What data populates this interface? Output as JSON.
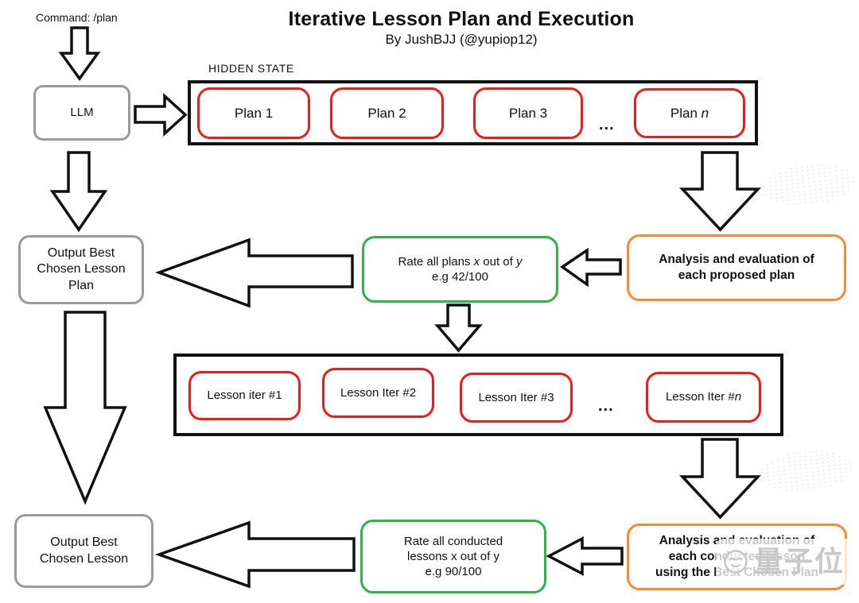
{
  "colors": {
    "red": "#ee1b1b",
    "green": "#2fb34a",
    "orange": "#f78b2e",
    "gray_border": "#9a9a9a",
    "outline_black": "#111111"
  },
  "header": {
    "command": "Command: /plan",
    "title": "Iterative Lesson Plan and Execution",
    "subtitle": "By JushBJJ (@yupiop12)"
  },
  "llm": {
    "label": "LLM"
  },
  "plans": {
    "label": "HIDDEN STATE",
    "items": [
      "Plan 1",
      "Plan 2",
      "Plan 3"
    ],
    "ellipsis": "...",
    "nth": {
      "prefix": "Plan ",
      "var": "n"
    }
  },
  "lessons": {
    "items": [
      "Lesson iter #1",
      "Lesson Iter #2",
      "Lesson Iter #3"
    ],
    "ellipsis": "...",
    "nth": {
      "prefix": "Lesson Iter #",
      "var": "n"
    }
  },
  "output_plan": {
    "line1": "Output Best",
    "line2": "Chosen Lesson",
    "line3": "Plan"
  },
  "output_lesson": {
    "line1": "Output Best",
    "line2": "Chosen Lesson"
  },
  "rate_plans": {
    "pre": "Rate all plans ",
    "var_x": "x",
    "mid": " out of ",
    "var_y": "y",
    "line2": "e.g 42/100"
  },
  "rate_lessons": {
    "line1": "Rate all conducted",
    "line2": "lessons x out of y",
    "line3": "e.g 90/100"
  },
  "analysis_plans": {
    "line1": "Analysis and evaluation of",
    "line2": "each proposed plan"
  },
  "analysis_lessons": {
    "line1": "Analysis and evaluation of",
    "line2": "each conducted lesson",
    "line3": "using the Best Chosen Plan"
  },
  "watermark": {
    "text": "量子位"
  }
}
